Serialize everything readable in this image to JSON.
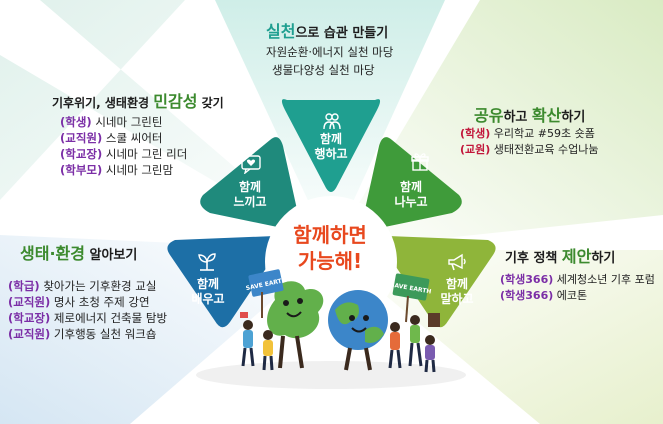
{
  "center": {
    "line1": "함께하면",
    "line2": "가능해!"
  },
  "colors": {
    "practice": "#1f9f90",
    "feel": "#1f8a7c",
    "share": "#3f9b3a",
    "speak": "#8fb53a",
    "learn": "#1d6fa6",
    "center_title": "#e8481e",
    "tag_red": "#c2173b",
    "tag_green": "#3c8a2e",
    "tag_purple": "#7b2ea6"
  },
  "segments": {
    "practice": {
      "label1": "함께",
      "label2": "행하고",
      "icon": "people-icon",
      "title_hl": "실천",
      "title_rest": "으로 습관 만들기",
      "items": [
        "자원순환·에너지 실천 마당",
        "생물다양성 실천 마당"
      ]
    },
    "feel": {
      "label1": "함께",
      "label2": "느끼고",
      "icon": "heart-chat-icon",
      "title_pre": "기후위기, 생태환경 ",
      "title_hl": "민감성",
      "title_rest": " 갖기",
      "items": [
        {
          "tag": "(학생)",
          "text": "시네마 그린틴"
        },
        {
          "tag": "(교직원)",
          "text": "스쿨 씨어터"
        },
        {
          "tag": "(학교장)",
          "text": "시네마 그린 리더"
        },
        {
          "tag": "(학부모)",
          "text": "시네마 그린맘"
        }
      ]
    },
    "share": {
      "label1": "함께",
      "label2": "나누고",
      "icon": "gift-icon",
      "title_hl": "공유",
      "title_mid": "하고 ",
      "title_hl2": "확산",
      "title_rest": "하기",
      "items": [
        {
          "tag": "(학생)",
          "text": "우리학교 #59초 숏폼"
        },
        {
          "tag": "(교원)",
          "text": "생태전환교육 수업나눔"
        }
      ]
    },
    "learn": {
      "label1": "함께",
      "label2": "배우고",
      "icon": "sprout-icon",
      "title_hl": "생태·환경",
      "title_rest": " 알아보기",
      "items": [
        {
          "tag": "(학급)",
          "text": "찾아가는 기후환경 교실"
        },
        {
          "tag": "(교직원)",
          "text": "명사 초청 주제 강연"
        },
        {
          "tag": "(학교장)",
          "text": "제로에너지 건축물 탐방"
        },
        {
          "tag": "(교직원)",
          "text": "기후행동 실천 워크숍"
        }
      ]
    },
    "speak": {
      "label1": "함께",
      "label2": "말하고",
      "icon": "megaphone-icon",
      "title_pre": "기후 정책 ",
      "title_hl": "제안",
      "title_rest": "하기",
      "items": [
        {
          "tag": "(학생366)",
          "text": "세계청소년 기후 포럼"
        },
        {
          "tag": "(학생366)",
          "text": "에코톤"
        }
      ]
    }
  },
  "signs": {
    "left": "SAVE EARTH",
    "right": "SAVE EARTH"
  }
}
